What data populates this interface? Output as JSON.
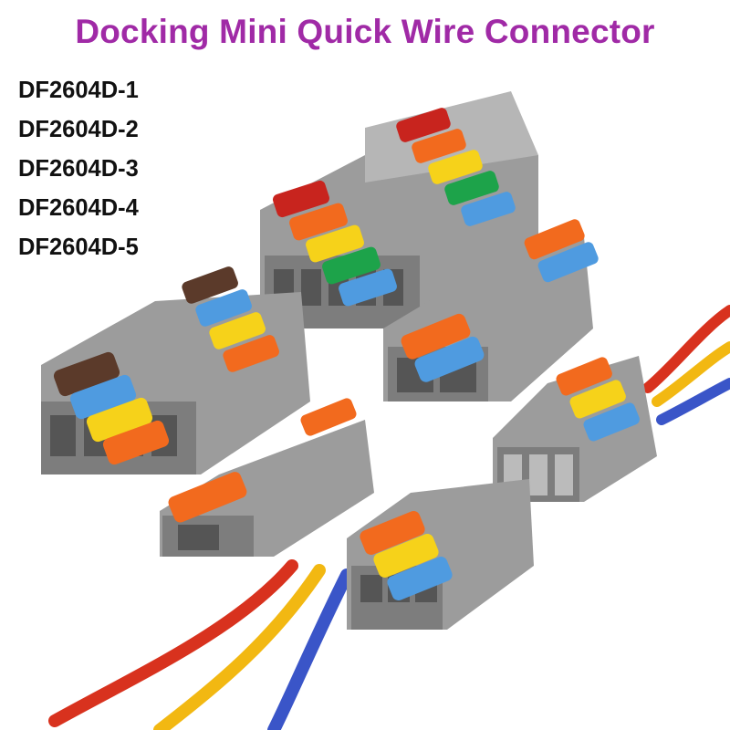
{
  "title": "Docking Mini Quick Wire Connector",
  "models": [
    "DF2604D-1",
    "DF2604D-2",
    "DF2604D-3",
    "DF2604D-4",
    "DF2604D-5"
  ],
  "colors": {
    "title": "#a02aa6",
    "body": "#9c9c9c",
    "body_dark": "#7d7d7d",
    "body_light": "#b6b6b6",
    "lever_red": "#c8241e",
    "lever_orange": "#f26a1e",
    "lever_yellow": "#f6d21a",
    "lever_green": "#1da34a",
    "lever_blue": "#4f9be0",
    "lever_brown": "#5b3a2a",
    "wire_red": "#d8321e",
    "wire_yellow": "#f2b812",
    "wire_blue": "#3a55c8"
  }
}
